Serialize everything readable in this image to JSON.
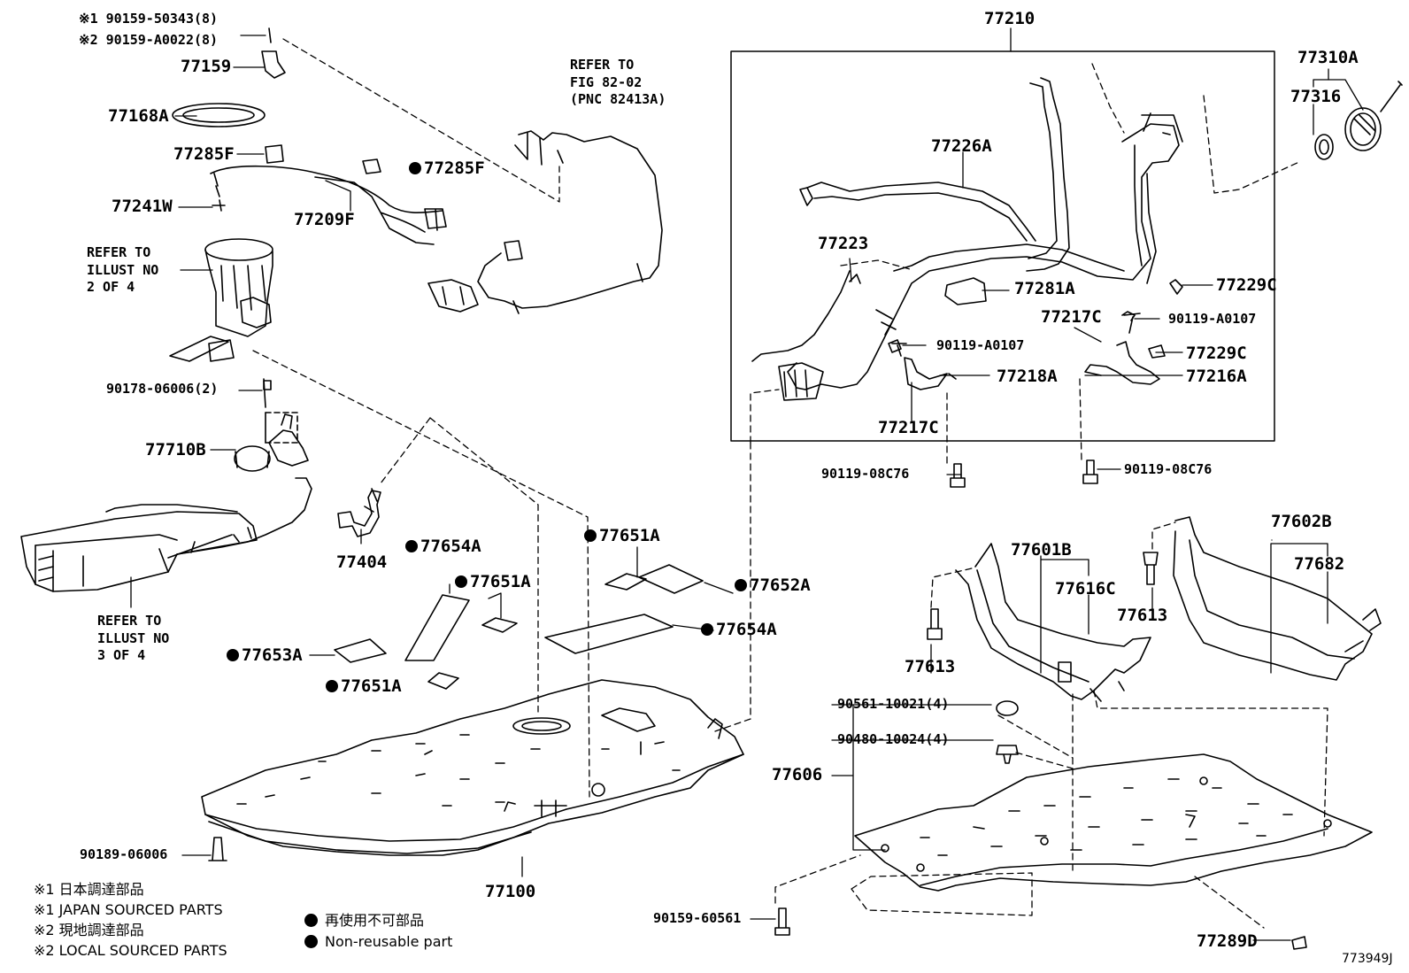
{
  "diagram_id": "773949J",
  "labels": {
    "l_90159_50343": "※1 90159-50343(8)",
    "l_90159_A0022": "※2 90159-A0022(8)",
    "l_77159": "77159",
    "l_77168A": "77168A",
    "l_77285F_a": "77285F",
    "l_77285F_b": "77285F",
    "l_77241W": "77241W",
    "l_77209F": "77209F",
    "l_90178": "90178-06006(2)",
    "l_77710B": "77710B",
    "l_77404": "77404",
    "l_77654A_a": "77654A",
    "l_77651A_a": "77651A",
    "l_77651A_b": "77651A",
    "l_77652A": "77652A",
    "l_77654A_b": "77654A",
    "l_77653A": "77653A",
    "l_77651A_c": "77651A",
    "l_90189": "90189-06006",
    "l_77100": "77100",
    "l_77210": "77210",
    "l_77226A": "77226A",
    "l_77223": "77223",
    "l_77281A": "77281A",
    "l_77229C_a": "77229C",
    "l_77217C_a": "77217C",
    "l_90119_A0107_a": "90119-A0107",
    "l_90119_A0107_b": "90119-A0107",
    "l_77229C_b": "77229C",
    "l_77218A": "77218A",
    "l_77216A": "77216A",
    "l_77217C_b": "77217C",
    "l_90119_08C76_a": "90119-08C76",
    "l_90119_08C76_b": "90119-08C76",
    "l_77310A": "77310A",
    "l_77316": "77316",
    "l_77601B": "77601B",
    "l_77616C": "77616C",
    "l_77602B": "77602B",
    "l_77682": "77682",
    "l_77613_a": "77613",
    "l_77613_b": "77613",
    "l_90561": "90561-10021(4)",
    "l_90480": "90480-10024(4)",
    "l_77606": "77606",
    "l_90159_60561": "90159-60561",
    "l_77289D": "77289D"
  },
  "notes": {
    "refer_fig": "REFER TO\nFIG 82-02\n(PNC 82413A)",
    "refer_illust2": "REFER TO\nILLUST NO\n2 OF 4",
    "refer_illust3": "REFER TO\nILLUST NO\n3 OF 4"
  },
  "legend": {
    "jp1": "※1 日本調達部品",
    "en1": "※1 JAPAN SOURCED PARTS",
    "jp2": "※2 現地調達部品",
    "en2": "※2 LOCAL SOURCED PARTS",
    "nr_jp": "再使用不可部品",
    "nr_en": "Non-reusable part"
  }
}
